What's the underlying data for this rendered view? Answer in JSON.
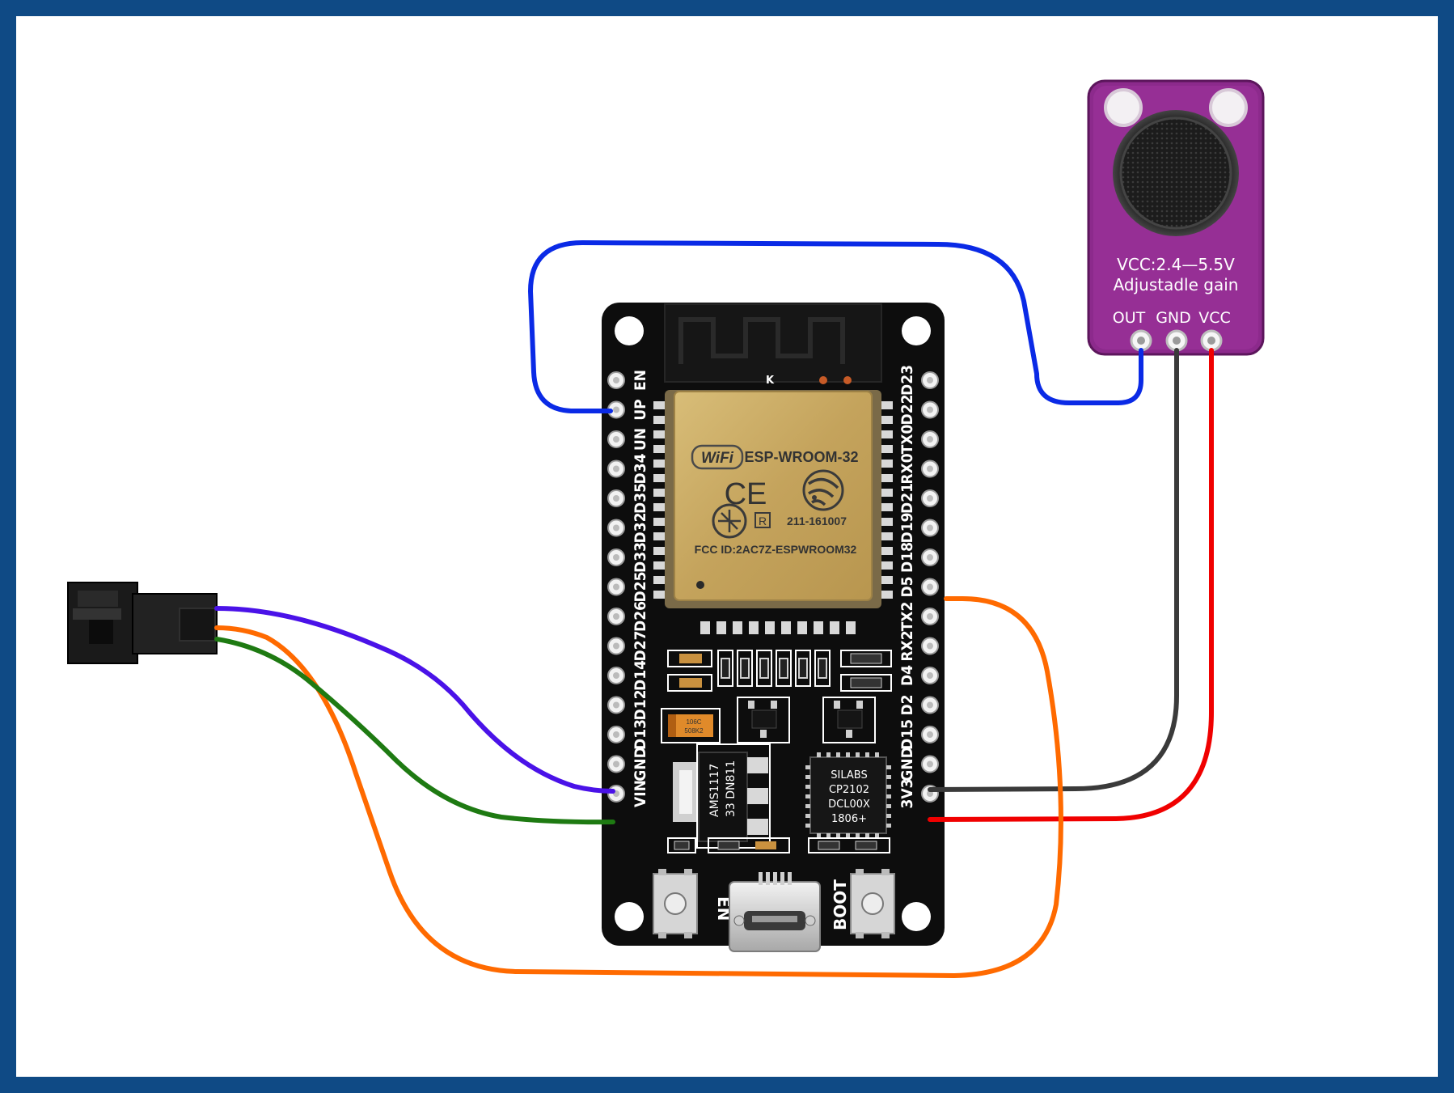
{
  "colors": {
    "frame": "#0f4a85",
    "background": "#ffffff",
    "board": "#0d0d0d",
    "module_shield": "#c9aa62",
    "mic_pcb": "#8c2a8c",
    "wire_blue": "#0a2ae6",
    "wire_black": "#3a3a3a",
    "wire_red": "#f00000",
    "wire_orange": "#ff6a00",
    "wire_purple": "#4a12e8",
    "wire_green": "#1e7a12"
  },
  "esp32_board": {
    "module_brand": "ESP-WROOM-32",
    "wifi_logo": "WiFi",
    "ce_mark": "CE",
    "cert_number": "211-161007",
    "fcc_id": "FCC ID:2AC7Z-ESPWROOM32",
    "r_mark": "R",
    "antenna_mark": "K",
    "regulator_chip": [
      "AMS1117",
      "33 DN811"
    ],
    "usb_chip": [
      "SILABS",
      "CP2102",
      "DCL00X",
      "1806+"
    ],
    "tantalum_cap": [
      "106C",
      "508K2"
    ],
    "button_en": "EN",
    "button_boot": "BOOT",
    "left_pins": [
      "EN",
      "UP",
      "UN",
      "D34",
      "D35",
      "D32",
      "D33",
      "D25",
      "D26",
      "D27",
      "D14",
      "D12",
      "D13",
      "GND",
      "VIN"
    ],
    "right_pins": [
      "D23",
      "D22",
      "TX0",
      "RX0",
      "D21",
      "D19",
      "D18",
      "D5",
      "TX2",
      "RX2",
      "D4",
      "D2",
      "D15",
      "GND",
      "3V3"
    ]
  },
  "mic_module": {
    "spec_line1": "VCC:2.4—5.5V",
    "spec_line2": "Adjustadle gain",
    "pin_out": "OUT",
    "pin_gnd": "GND",
    "pin_vcc": "VCC"
  },
  "icons": {
    "wifi": "wifi-logo-icon",
    "espressif": "espressif-logo-icon",
    "ce": "ce-mark-icon",
    "cert": "certification-mark-icon"
  }
}
